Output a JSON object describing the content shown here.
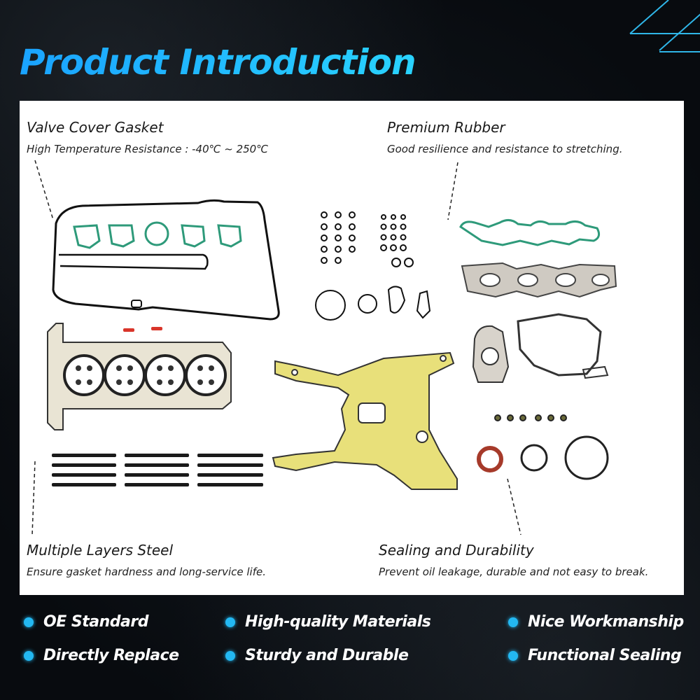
{
  "title": "Product Introduction",
  "colors": {
    "accent": "#23b8f2",
    "background": "#0b0f14",
    "panel": "#ffffff",
    "gasket_green": "#2e9a7a",
    "gasket_yellow": "#e8e07a",
    "seal_red": "#a63a2a"
  },
  "callouts": {
    "valve_cover": {
      "heading": "Valve Cover Gasket",
      "detail": "High Temperature Resistance :  -40℃ ~ 250℃"
    },
    "premium_rubber": {
      "heading": "Premium Rubber",
      "detail": "Good resilience and resistance to stretching."
    },
    "multi_layer": {
      "heading": "Multiple Layers Steel",
      "detail": "Ensure gasket hardness and long-service life."
    },
    "sealing": {
      "heading": "Sealing and Durability",
      "detail": "Prevent oil leakage, durable and not easy to break."
    }
  },
  "features": [
    "OE Standard",
    "High-quality Materials",
    "Nice Workmanship",
    "Directly Replace",
    "Sturdy and Durable",
    "Functional  Sealing"
  ]
}
